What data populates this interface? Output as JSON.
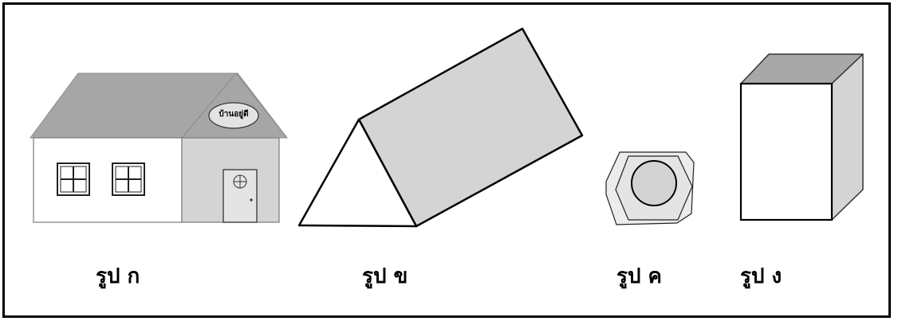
{
  "figures": [
    {
      "id": "a",
      "caption": "รูป ก"
    },
    {
      "id": "b",
      "caption": "รูป ข"
    },
    {
      "id": "c",
      "caption": "รูป ค"
    },
    {
      "id": "d",
      "caption": "รูป ง"
    }
  ],
  "house_sign": "บ้านอยู่ดี",
  "colors": {
    "outline": "#000000",
    "shade": "#d4d4d4",
    "roof": "#a6a6a6",
    "background": "#ffffff"
  }
}
